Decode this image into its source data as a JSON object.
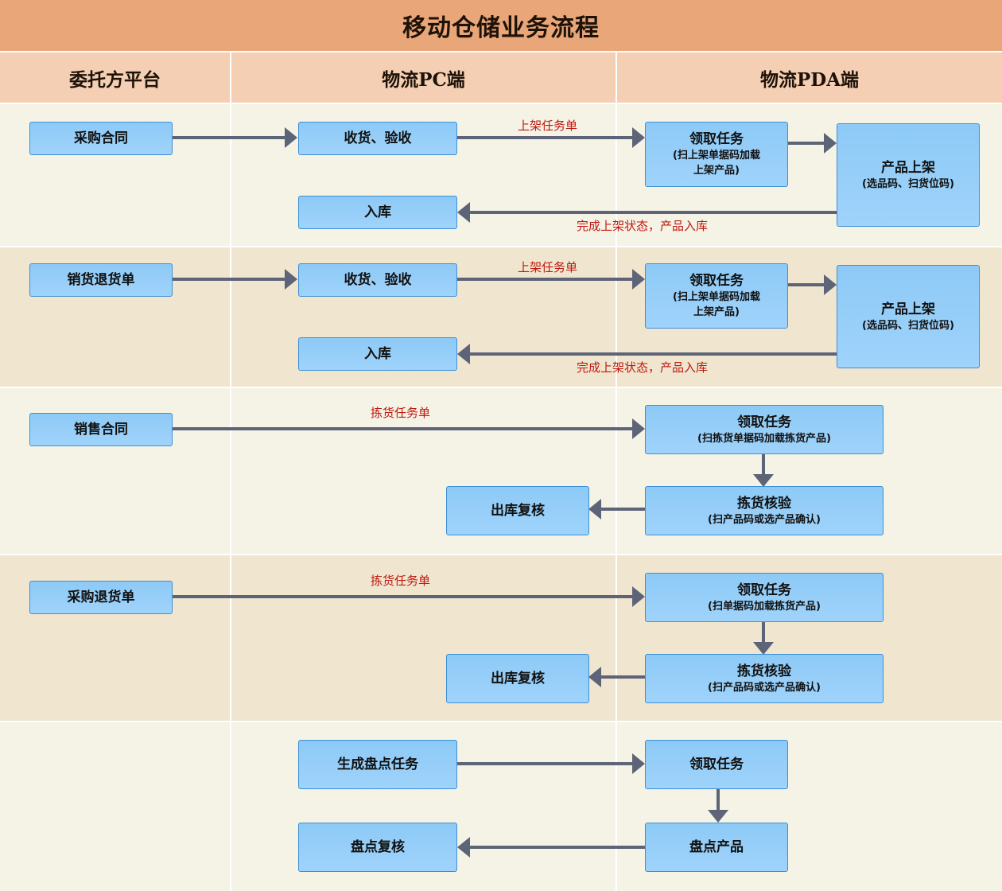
{
  "title": "移动仓储业务流程",
  "lanes": [
    "委托方平台",
    "物流PC端",
    "物流PDA端"
  ],
  "rows": [
    {
      "source": "采购合同",
      "pc_receive": "收货、验收",
      "label_dispatch": "上架任务单",
      "claim_title": "领取任务",
      "claim_sub": "(扫上架单据码加载",
      "claim_sub2": "上架产品)",
      "shelve_title": "产品上架",
      "shelve_sub": "(选品码、扫货位码)",
      "stock_in": "入库",
      "label_return": "完成上架状态，产品入库"
    },
    {
      "source": "销货退货单",
      "pc_receive": "收货、验收",
      "label_dispatch": "上架任务单",
      "claim_title": "领取任务",
      "claim_sub": "(扫上架单据码加载",
      "claim_sub2": "上架产品)",
      "shelve_title": "产品上架",
      "shelve_sub": "(选品码、扫货位码)",
      "stock_in": "入库",
      "label_return": "完成上架状态，产品入库"
    },
    {
      "source": "销售合同",
      "label_dispatch": "拣货任务单",
      "claim_title": "领取任务",
      "claim_sub": "(扫拣货单据码加载拣货产品)",
      "verify_title": "拣货核验",
      "verify_sub": "(扫产品码或选产品确认)",
      "outbound": "出库复核"
    },
    {
      "source": "采购退货单",
      "label_dispatch": "拣货任务单",
      "claim_title": "领取任务",
      "claim_sub": "(扫单据码加载拣货产品)",
      "verify_title": "拣货核验",
      "verify_sub": "(扫产品码或选产品确认)",
      "outbound": "出库复核"
    },
    {
      "generate": "生成盘点任务",
      "claim_title": "领取任务",
      "count": "盘点产品",
      "review": "盘点复核"
    }
  ]
}
